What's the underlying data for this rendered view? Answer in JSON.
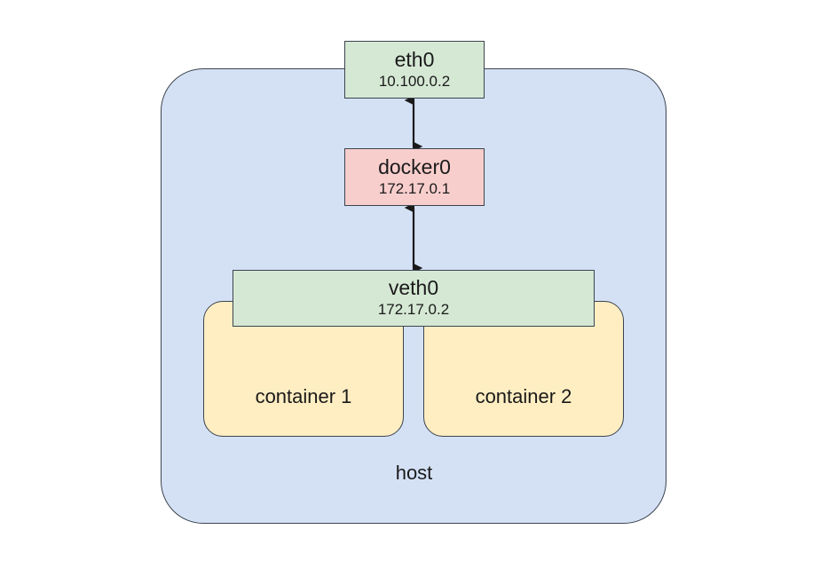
{
  "diagram": {
    "title_label": "host",
    "host": {
      "label": "host",
      "fill_color": "#d4e1f5",
      "stroke_color": "#3c4450"
    },
    "nodes": [
      {
        "id": "eth0",
        "name": "eth0",
        "ip": "10.100.0.2",
        "fill_color": "#d5e8d4",
        "stroke_color": "#3c4450"
      },
      {
        "id": "docker0",
        "name": "docker0",
        "ip": "172.17.0.1",
        "fill_color": "#f8cecc",
        "stroke_color": "#3c4450"
      },
      {
        "id": "veth0",
        "name": "veth0",
        "ip": "172.17.0.2",
        "fill_color": "#d5e8d4",
        "stroke_color": "#3c4450"
      }
    ],
    "containers": [
      {
        "id": "container-1",
        "label": "container 1",
        "fill_color": "#ffeec2",
        "stroke_color": "#3c4450"
      },
      {
        "id": "container-2",
        "label": "container 2",
        "fill_color": "#ffeec2",
        "stroke_color": "#3c4450"
      }
    ],
    "connectors": [
      {
        "id": "eth0-docker0",
        "from": "eth0",
        "to": "docker0",
        "style": "double-headed-arrow",
        "color": "#1a1a1a"
      },
      {
        "id": "docker0-veth0",
        "from": "docker0",
        "to": "veth0",
        "style": "double-headed-arrow",
        "color": "#1a1a1a"
      }
    ]
  }
}
